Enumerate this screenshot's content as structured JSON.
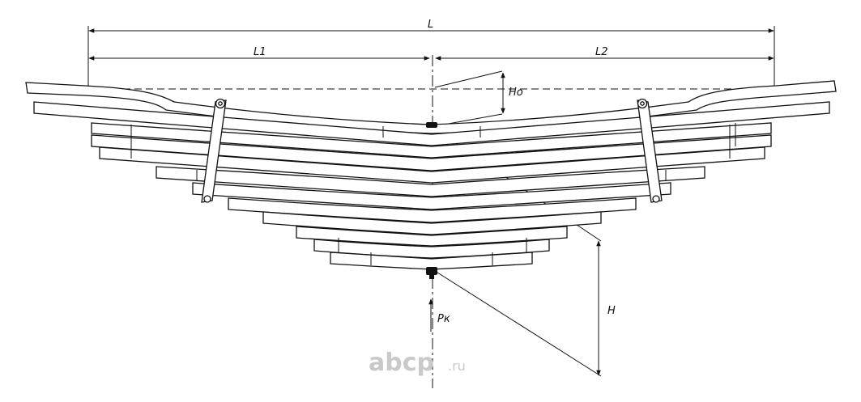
{
  "labels": {
    "L": "L",
    "L1": "L1",
    "L2": "L2",
    "Ho": "Ho",
    "H": "H",
    "Pk": "Pк"
  },
  "watermark": {
    "brand": "abcp",
    "tld": ".ru"
  },
  "colors": {
    "line": "#111111",
    "watermark": "#c9c9c9"
  }
}
